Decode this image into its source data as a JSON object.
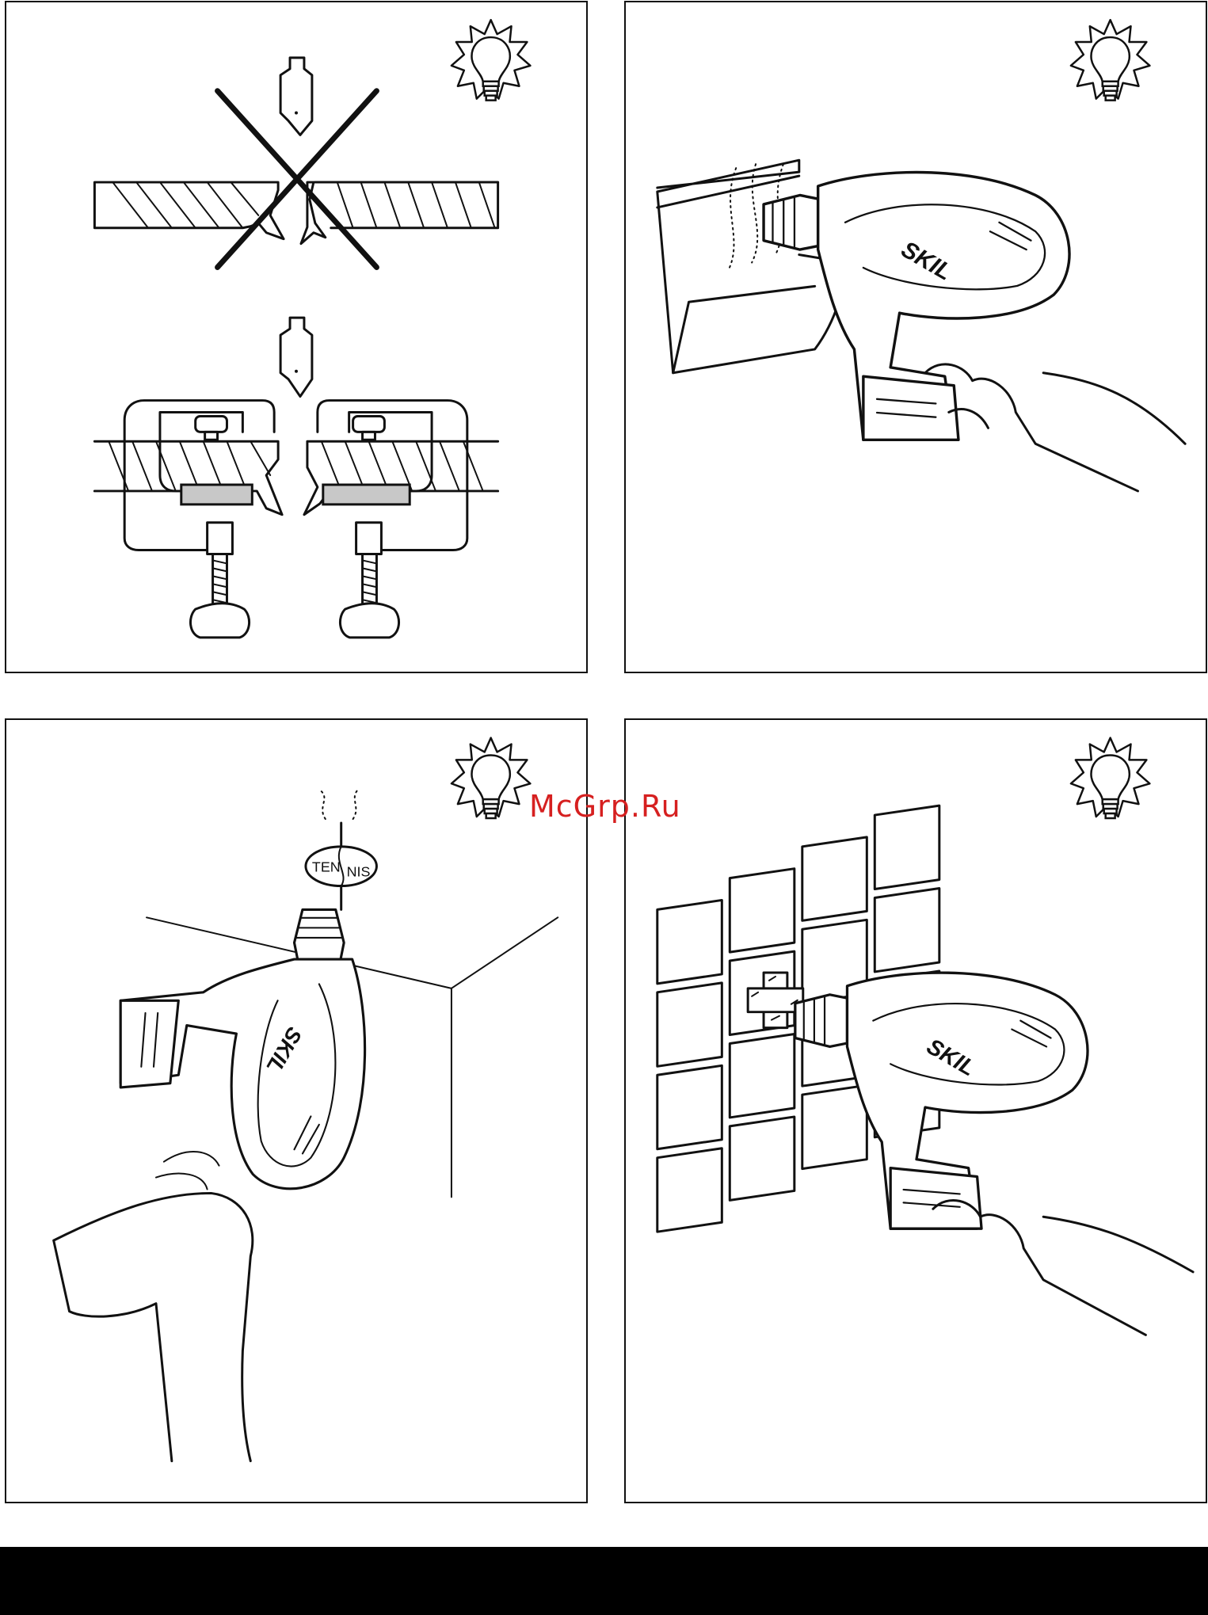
{
  "panels": [
    {
      "name": "clamp-workpiece-panel",
      "tip_icon": "lightbulb-icon"
    },
    {
      "name": "dust-catching-panel",
      "tip_icon": "lightbulb-icon",
      "brand": "SKIL"
    },
    {
      "name": "ceiling-drilling-panel",
      "tip_icon": "lightbulb-icon",
      "brand": "SKIL",
      "ball_text": [
        "TEN",
        "NIS"
      ]
    },
    {
      "name": "tile-drilling-panel",
      "tip_icon": "lightbulb-icon",
      "brand": "SKIL"
    }
  ],
  "watermark": {
    "text": "McGrp.Ru",
    "color": "#d62020"
  },
  "colors": {
    "line": "#111111",
    "background": "#ffffff",
    "footer": "#000000"
  }
}
